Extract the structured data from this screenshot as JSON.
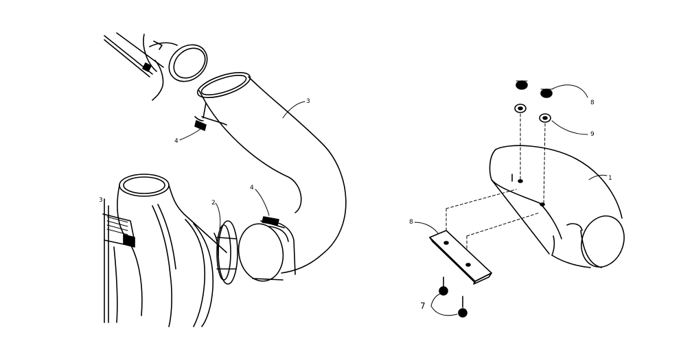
{
  "callouts": {
    "hose_elbow": "3",
    "clamp_upper": "4",
    "clamp_lower": "4",
    "turbo_outlet": "2",
    "engine_block": "3",
    "air_duct": "1",
    "nuts": "8",
    "washers": "9",
    "bracket": "8",
    "bolts": "7"
  },
  "colors": {
    "ink": "#000000",
    "paper": "#ffffff"
  }
}
